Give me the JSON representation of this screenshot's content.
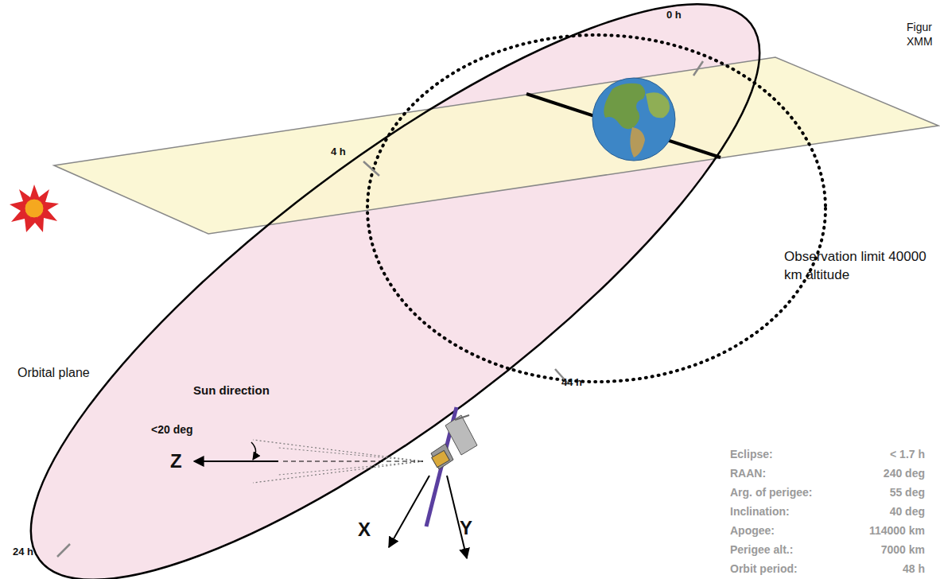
{
  "diagram": {
    "labels": [
      "0 h",
      "Figur",
      "XMM",
      "4 h",
      "Observation limit 40000 km altitude",
      "Orbital plane",
      "Sun direction",
      "<20 deg",
      "Z",
      "44 h",
      "X",
      "Y",
      "24 h",
      "Eclipse:",
      "< 1.7 h",
      "RAAN:",
      "240 deg",
      "Arg. of perigee:",
      "55 deg",
      "Inclination:",
      "40 deg",
      "Apogee:",
      "114000 km",
      "Perigee alt.:",
      "7000 km",
      "Orbit period:",
      "48 h"
    ]
  }
}
